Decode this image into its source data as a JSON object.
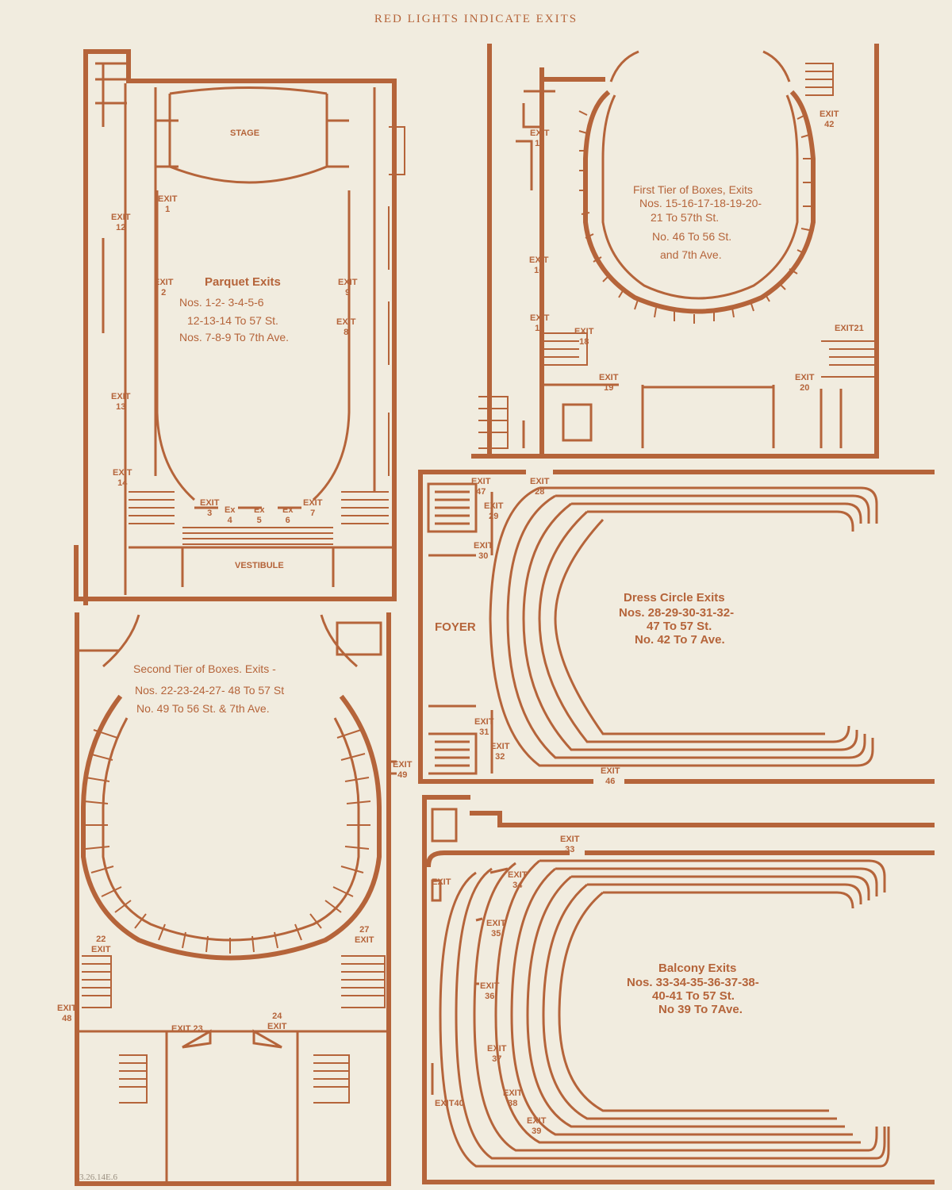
{
  "header": "RED LIGHTS INDICATE EXITS",
  "parquet": {
    "stage": "STAGE",
    "vestibule": "VESTIBULE",
    "title": "Parquet Exits",
    "lines": [
      "Nos. 1-2- 3-4-5-6",
      "12-13-14 To 57 St.",
      "Nos. 7-8-9 To 7th Ave."
    ]
  },
  "first_tier": {
    "title": "First Tier of Boxes, Exits",
    "lines": [
      "Nos. 15-16-17-18-19-20-",
      "21 To 57th St.",
      "No. 46 To 56 St.",
      "and 7th Ave."
    ]
  },
  "second_tier": {
    "title": "Second Tier of Boxes. Exits -",
    "lines": [
      "Nos. 22-23-24-27- 48 To 57 St",
      "No. 49 To 56 St. & 7th Ave."
    ]
  },
  "dress_circle": {
    "foyer": "FOYER",
    "title": "Dress Circle Exits",
    "lines": [
      "Nos. 28-29-30-31-32-",
      "47 To 57 St.",
      "No. 42 To 7 Ave."
    ]
  },
  "balcony": {
    "title": "Balcony Exits",
    "lines": [
      "Nos. 33-34-35-36-37-38-",
      "40-41 To 57 St.",
      "No 39 To 7Ave."
    ]
  },
  "exit_word": "EXIT",
  "ex_word": "Ex",
  "exits": [
    "1",
    "2",
    "3",
    "4",
    "5",
    "6",
    "7",
    "8",
    "9",
    "12",
    "13",
    "14",
    "15",
    "16",
    "17",
    "18",
    "19",
    "20",
    "21",
    "22",
    "23",
    "24",
    "27",
    "28",
    "29",
    "30",
    "31",
    "32",
    "33",
    "34",
    "35",
    "36",
    "37",
    "38",
    "39",
    "40",
    "42",
    "46",
    "47",
    "48",
    "49"
  ],
  "margin_note": "3.26.14E.6"
}
